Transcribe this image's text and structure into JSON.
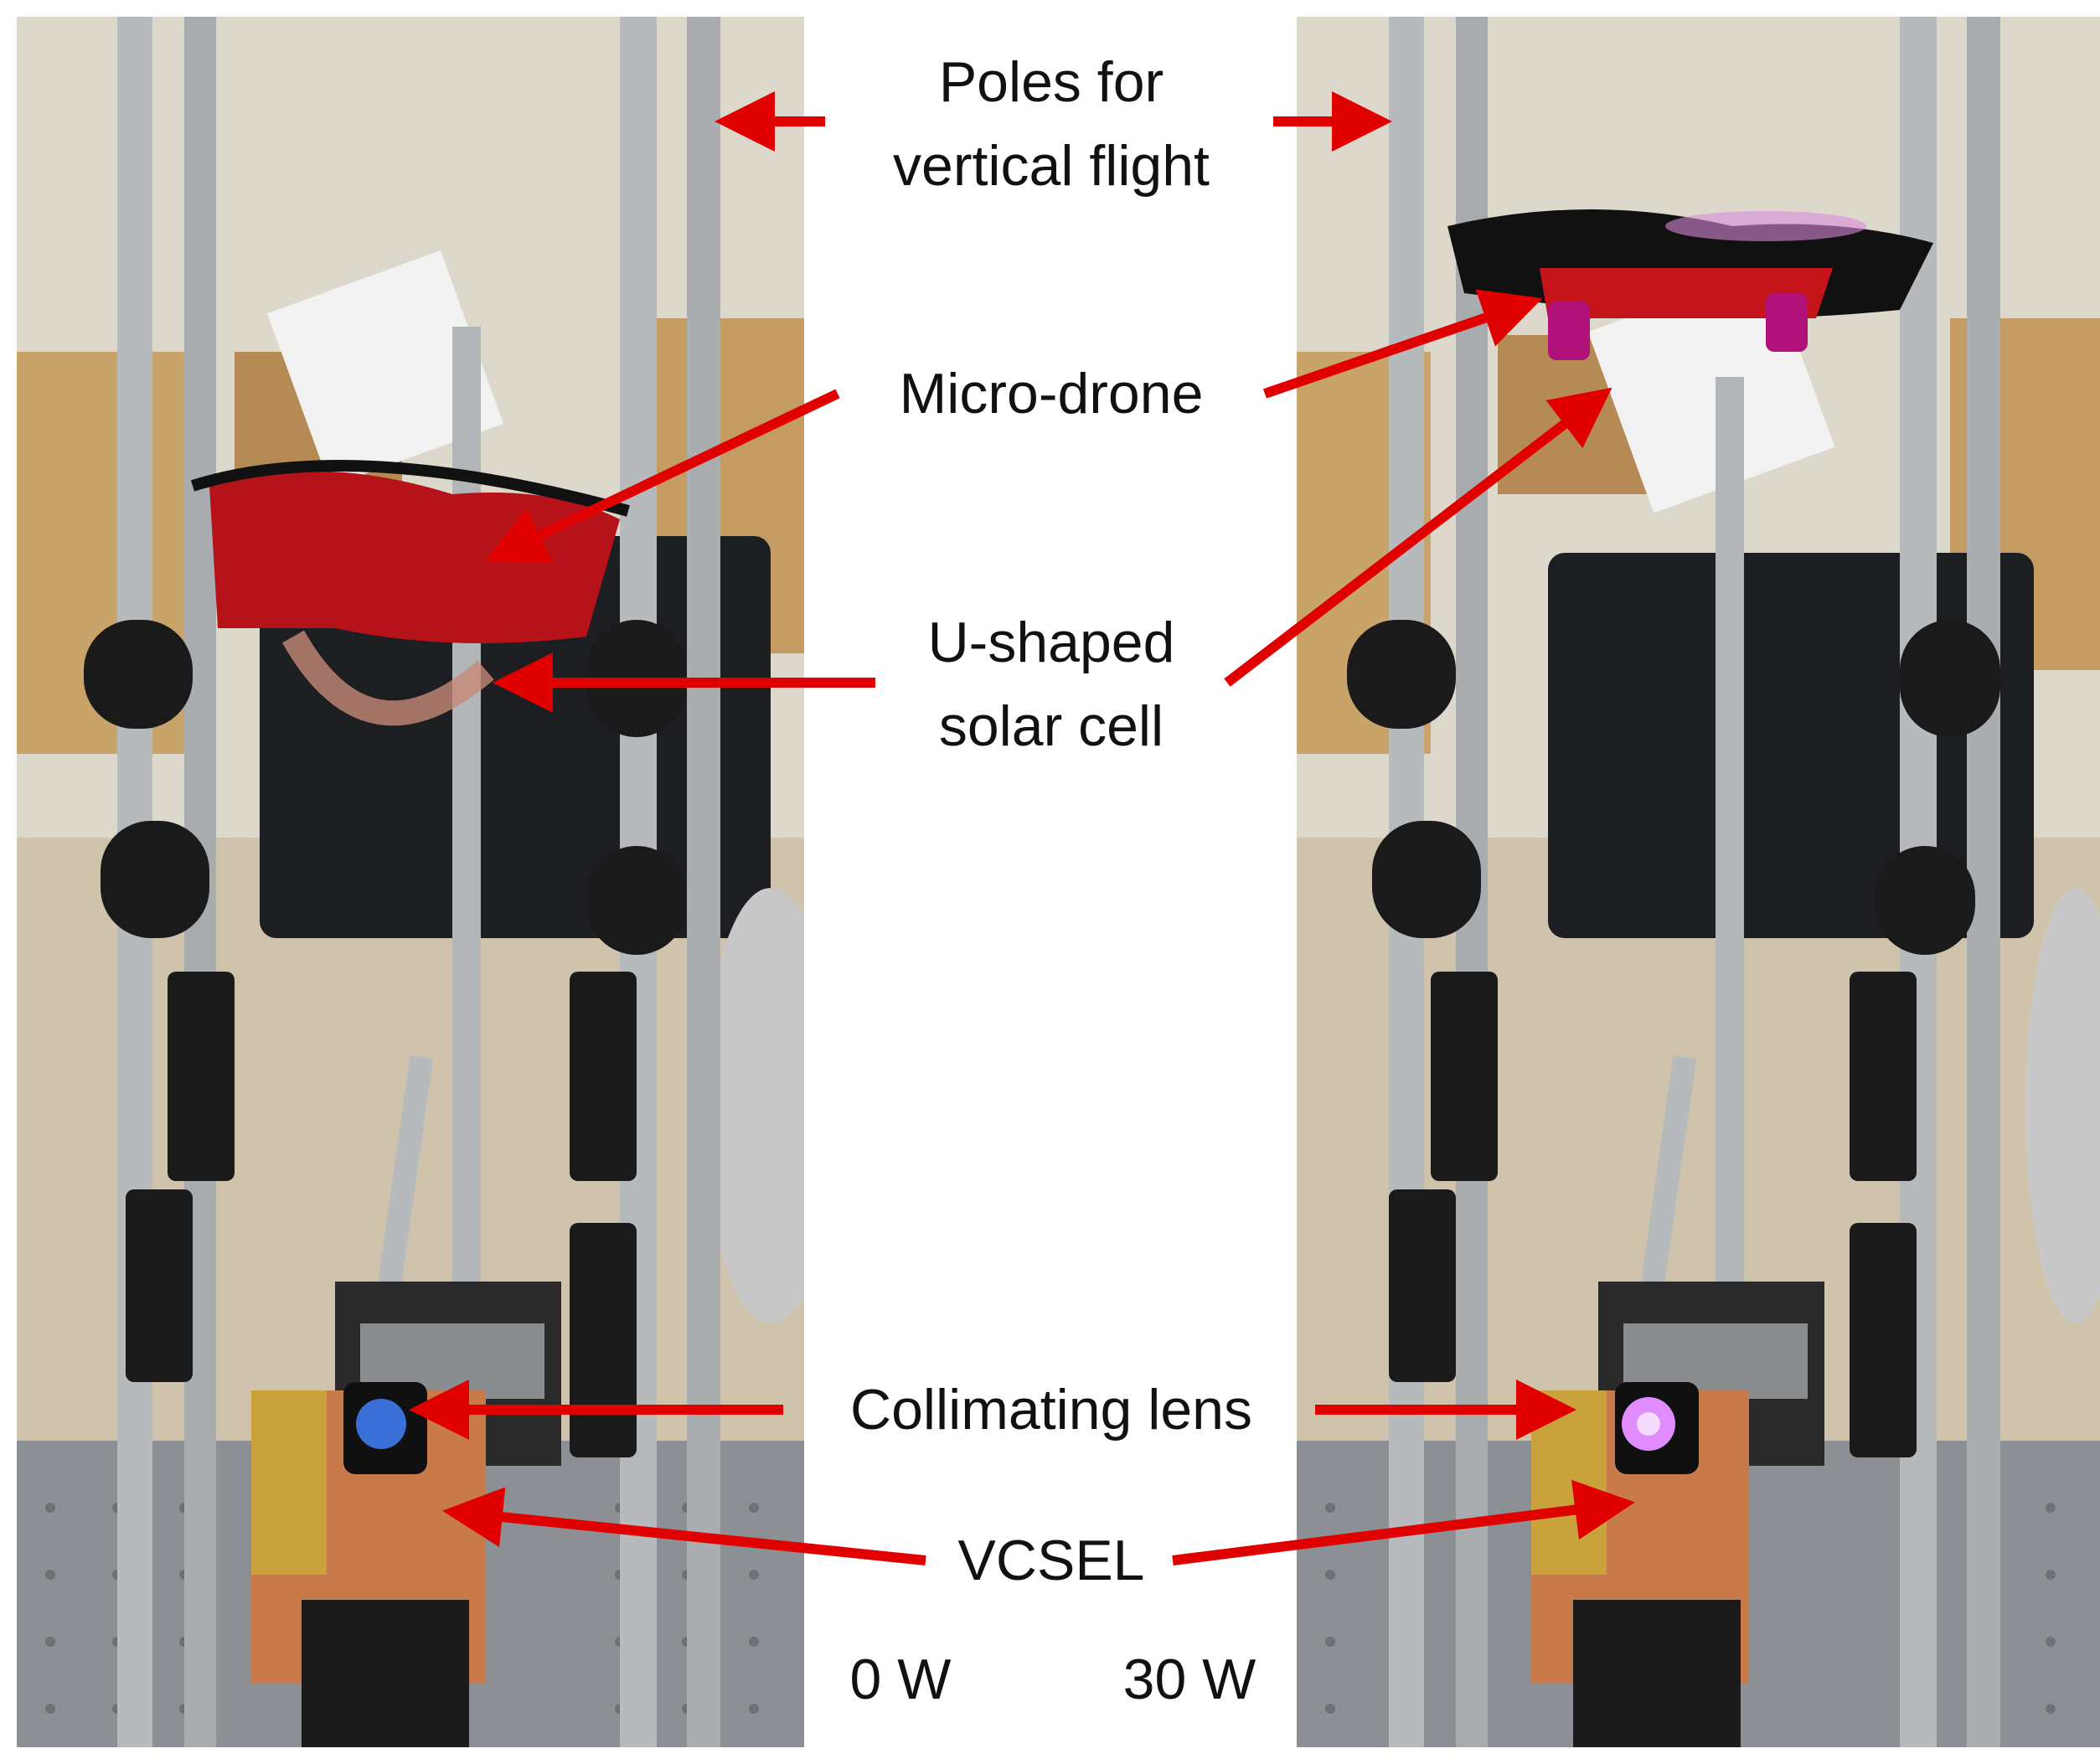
{
  "labels": {
    "poles_line1": "Poles for",
    "poles_line2": "vertical flight",
    "micro_drone": "Micro-drone",
    "solar_cell_line1": "U-shaped",
    "solar_cell_line2": "solar cell",
    "collimating_lens": "Collimating lens",
    "vcsel": "VCSEL",
    "power_left": "0 W",
    "power_right": "30 W"
  },
  "colors": {
    "arrow": "#e00000",
    "background": "#ffffff",
    "wall": "#d9d4c7",
    "floor": "#c9bfa8",
    "table": "#8f9397",
    "pole": "#b9bcbf",
    "clamp": "#1a1a1a",
    "drone_red": "#c4141a",
    "copper": "#c87a4a",
    "lens_glow_left": "#3a6fd8",
    "lens_glow_right": "#e08cff"
  }
}
